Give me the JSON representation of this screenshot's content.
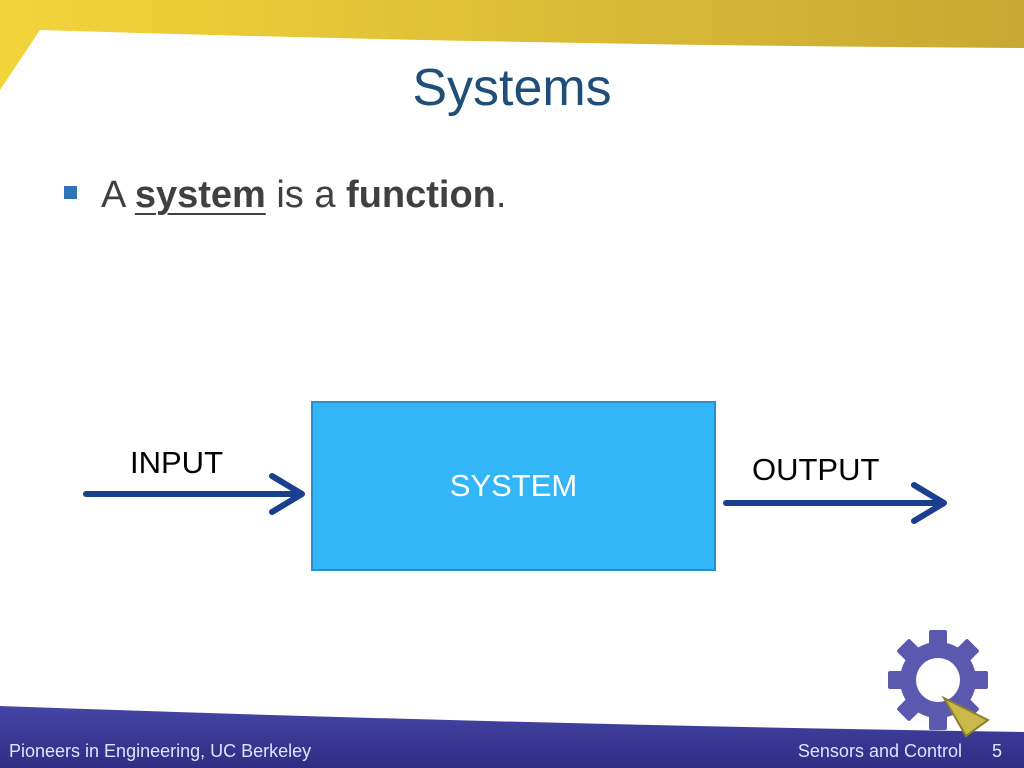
{
  "slide": {
    "title": "Systems",
    "bullet": {
      "prefix": "A ",
      "keyword1": "system",
      "middle": " is a ",
      "keyword2": "function",
      "suffix": "."
    }
  },
  "diagram": {
    "input_label": "INPUT",
    "system_label": "SYSTEM",
    "output_label": "OUTPUT"
  },
  "footer": {
    "left_text": "Pioneers in Engineering, UC Berkeley",
    "right_text": "Sensors and Control",
    "page_number": "5"
  },
  "colors": {
    "title": "#1f4e79",
    "system_box": "#33b6f7",
    "arrow": "#1a3f8f",
    "footer_band": "#3a3a93",
    "top_band": "#e0c030"
  },
  "icons": [
    "bullet-square-icon",
    "gear-logo-icon"
  ]
}
